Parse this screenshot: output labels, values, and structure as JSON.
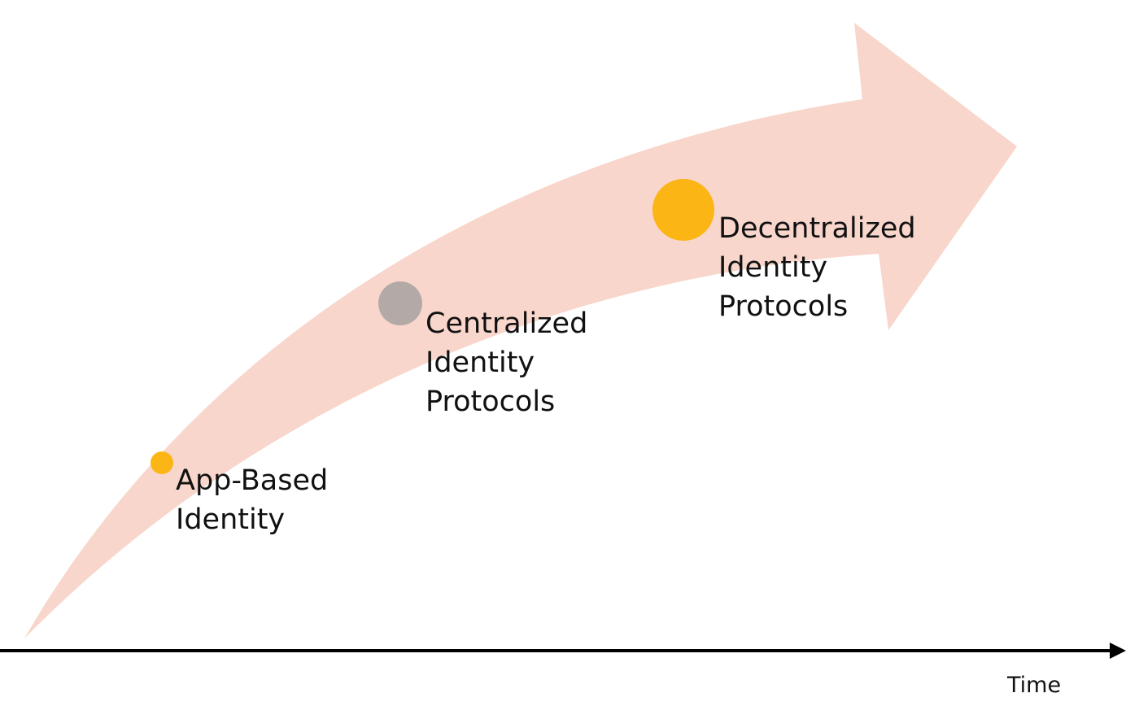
{
  "colors": {
    "arrow_fill": "#f8d6cb",
    "stage_yellow": "#fbb515",
    "stage_gray": "#b3a9a6",
    "axis": "#000000",
    "text": "#111111"
  },
  "axis": {
    "label": "Time"
  },
  "stages": [
    {
      "lines": [
        "App-Based",
        "Identity"
      ],
      "marker_color": "#fbb515"
    },
    {
      "lines": [
        "Centralized",
        "Identity",
        "Protocols"
      ],
      "marker_color": "#b3a9a6"
    },
    {
      "lines": [
        "Decentralized",
        "Identity",
        "Protocols"
      ],
      "marker_color": "#fbb515"
    }
  ]
}
